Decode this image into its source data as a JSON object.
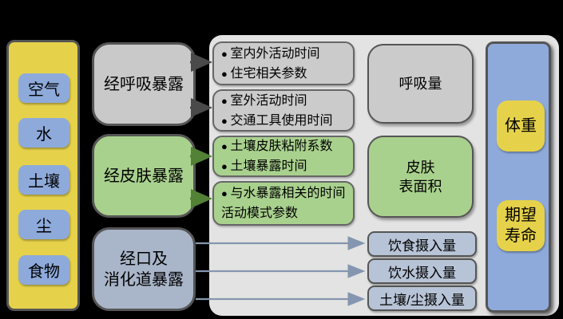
{
  "diagram_title": "exposure-pathways-and-factors-diagram",
  "colors": {
    "canvas_bg": "#000000",
    "source_panel_bg": "#e6d24a",
    "source_item_bg": "#8eaadb",
    "pathway_respiratory_bg": "#c9c9c9",
    "pathway_dermal_bg": "#a9d18e",
    "pathway_oral_bg": "#a9b5c9",
    "background_panel_bg": "#e3e3e3",
    "param_gray_bg": "#cbcbcb",
    "param_green_bg": "#a9d18e",
    "intake_box_bg": "#b7c3d6",
    "demographics_panel_bg": "#8eaadb",
    "demographics_item_bg": "#e6d24a",
    "arrow_dark": "#4a4a4a",
    "arrow_green": "#538135",
    "arrow_slate": "#8496b0",
    "box_border": "#555555",
    "text": "#000000"
  },
  "sources": {
    "items": [
      "空气",
      "水",
      "土壤",
      "尘",
      "食物"
    ]
  },
  "pathways": {
    "respiratory": {
      "label": "经呼吸暴露"
    },
    "dermal": {
      "label": "经皮肤暴露"
    },
    "oral": {
      "line1": "经口及",
      "line2": "消化道暴露"
    }
  },
  "parameters": {
    "indoor_outdoor": {
      "bullets": [
        "室内外活动时间",
        "住宅相关参数"
      ]
    },
    "outdoor_transport": {
      "bullets": [
        "室外活动时间",
        "交通工具使用时间"
      ]
    },
    "soil_contact": {
      "bullets": [
        "土壤皮肤粘附系数",
        "土壤暴露时间"
      ]
    },
    "water_activity": {
      "bullets": [
        "与水暴露相关的时间活动模式参数"
      ]
    }
  },
  "factors": {
    "respiration_rate": {
      "label": "呼吸量"
    },
    "skin_surface": {
      "line1": "皮肤",
      "line2": "表面积"
    },
    "food_intake": {
      "label": "饮食摄入量"
    },
    "water_intake": {
      "label": "饮水摄入量"
    },
    "soil_dust_intake": {
      "label": "土壤/尘摄入量"
    }
  },
  "demographics": {
    "body_weight": {
      "label": "体重"
    },
    "life_expectancy": {
      "line1": "期望",
      "line2": "寿命"
    }
  }
}
